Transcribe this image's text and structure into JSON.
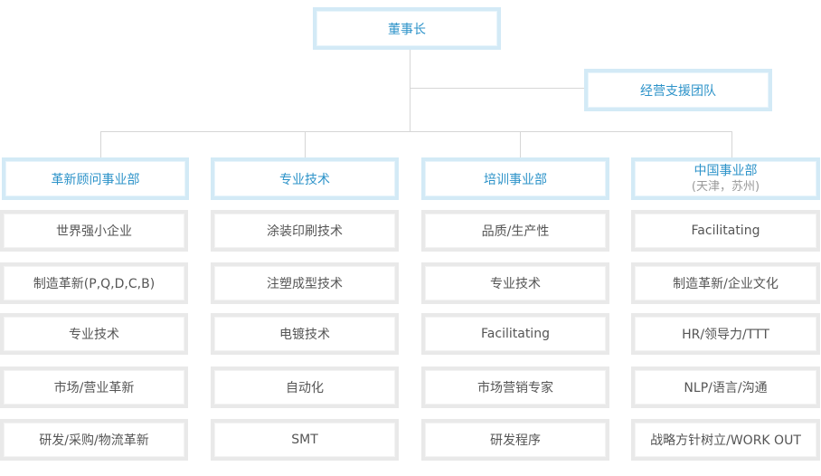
{
  "root": {
    "label": "董事长"
  },
  "support": {
    "label": "经营支援团队"
  },
  "divisions": [
    {
      "title": "革新顾问事业部",
      "subtitle": "",
      "items": [
        "世界强小企业",
        "制造革新(P,Q,D,C,B)",
        "专业技术",
        "市场/营业革新",
        "研发/采购/物流革新"
      ]
    },
    {
      "title": "专业技术",
      "subtitle": "",
      "items": [
        "涂装印刷技术",
        "注塑成型技术",
        "电镀技术",
        "自动化",
        "SMT"
      ]
    },
    {
      "title": "培训事业部",
      "subtitle": "",
      "items": [
        "品质/生产性",
        "专业技术",
        "Facilitating",
        "市场营销专家",
        "研发程序"
      ]
    },
    {
      "title": "中国事业部",
      "subtitle": "(天津，苏州)",
      "items": [
        "Facilitating",
        "制造革新/企业文化",
        "HR/领导力/TTT",
        "NLP/语言/沟通",
        "战略方针树立/WORK OUT"
      ]
    }
  ],
  "colors": {
    "header_border": "#d3eaf6",
    "header_text": "#2d93c9",
    "item_border": "#e9e9e9",
    "item_text": "#555555",
    "connector": "#d6d6d6"
  }
}
